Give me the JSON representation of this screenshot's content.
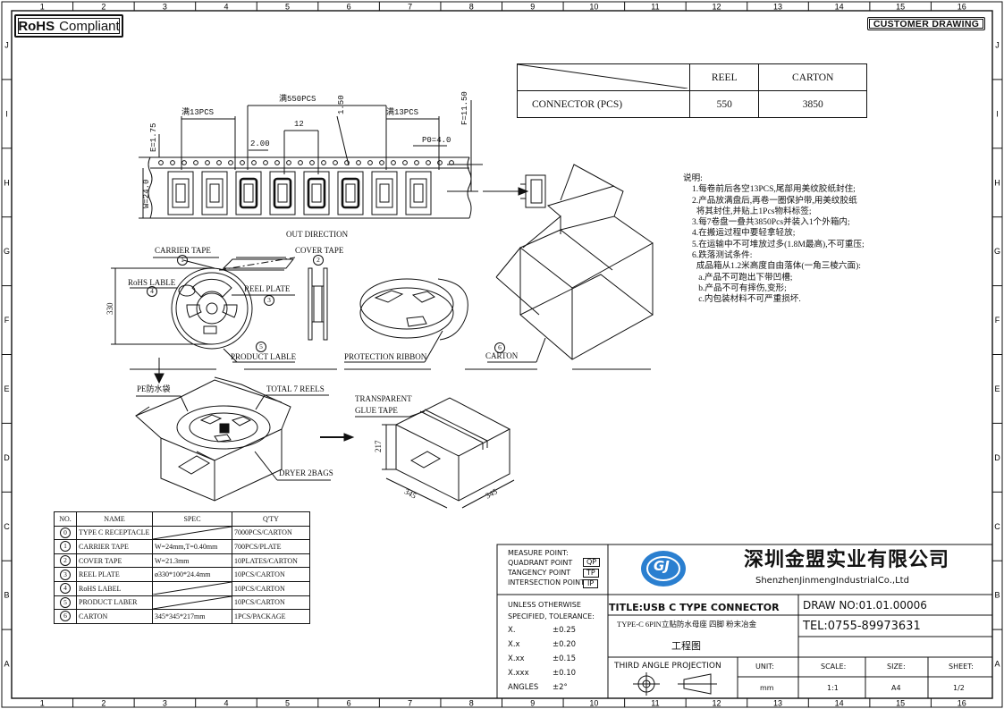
{
  "header": {
    "rohs_bold": "RoHS",
    "rohs_rest": "Compliant",
    "customer_drawing": "CUSTOMER DRAWING"
  },
  "grid": {
    "columns": [
      "1",
      "2",
      "3",
      "4",
      "5",
      "6",
      "7",
      "8",
      "9",
      "10",
      "11",
      "12",
      "13",
      "14",
      "15",
      "16"
    ],
    "rows": [
      "J",
      "I",
      "H",
      "G",
      "F",
      "E",
      "D",
      "C",
      "B",
      "A"
    ]
  },
  "quantity_table": {
    "col_reel": "REEL",
    "col_carton": "CARTON",
    "row_label": "CONNECTOR (PCS)",
    "reel_value": "550",
    "carton_value": "3850"
  },
  "tape_drawing": {
    "dim_empty_left": "满13PCS",
    "dim_total": "满550PCS",
    "dim_empty_right": "满13PCS",
    "dim_pitch_12": "12",
    "dim_150": "1.50",
    "dim_F": "F=11.50",
    "dim_E": "E=1.75",
    "dim_200": "2.00",
    "dim_P0": "P0=4.0",
    "dim_W": "W=24.0",
    "out_direction": "OUT DIRECTION"
  },
  "reel_drawing": {
    "carrier_tape": "CARRIER TAPE",
    "cover_tape": "COVER TAPE",
    "rohs_lable": "RoHS LABLE",
    "reel_plate": "REEL PLATE",
    "product_lable": "PRODUCT LABLE",
    "protection_ribbon": "PROTECTION RIBBON",
    "carton": "CARTON",
    "dim_330": "330",
    "n1": "1",
    "n2": "2",
    "n3": "3",
    "n4": "4",
    "n5": "5",
    "n6": "6"
  },
  "packing_drawing": {
    "pe_bag": "PE防水袋",
    "total_reels": "TOTAL 7 REELS",
    "dryer": "DRYER 2BAGS",
    "transparent": "TRANSPARENT",
    "glue_tape": "GLUE TAPE",
    "dim_217": "217",
    "dim_345a": "345",
    "dim_345b": "345"
  },
  "notes": {
    "title": "说明:",
    "lines": [
      "1.每卷前后各空13PCS,尾部用美纹胶纸封住;",
      "2.产品放满盘后,再卷一圈保护带,用美纹胶纸",
      "  将其封住,并贴上1Pcs物料标签;",
      "3.每7卷盘一叠共3850Pcs并装入1个外箱内;",
      "4.在搬运过程中要轻拿轻放;",
      "5.在运输中不可堆放过多(1.8M最高),不可重压;",
      "6.跌落测试条件:",
      "  成品箱从1.2米高度自由落体(一角三棱六面):",
      "   a.产品不可跑出下带凹槽;",
      "   b.产品不可有摔伤,变形;",
      "   c.内包装材料不可严重损坏."
    ]
  },
  "bom": {
    "headers": [
      "NO.",
      "NAME",
      "SPEC",
      "Q'TY"
    ],
    "rows": [
      {
        "no": "0",
        "name": "TYPE C RECEPTACLE",
        "spec": "",
        "qty": "7000PCS/CARTON"
      },
      {
        "no": "1",
        "name": "CARRIER TAPE",
        "spec": "W=24mm,T=0.40mm",
        "qty": "700PCS/PLATE"
      },
      {
        "no": "2",
        "name": "COVER TAPE",
        "spec": "W=21.3mm",
        "qty": "10PLATES/CARTON"
      },
      {
        "no": "3",
        "name": "REEL PLATE",
        "spec": "ø330*100*24.4mm",
        "qty": "10PCS/CARTON"
      },
      {
        "no": "4",
        "name": "RoHS LABEL",
        "spec": "",
        "qty": "10PCS/CARTON"
      },
      {
        "no": "5",
        "name": "PRODUCT LABER",
        "spec": "",
        "qty": "10PCS/CARTON"
      },
      {
        "no": "6",
        "name": "CARTON",
        "spec": "345*345*217mm",
        "qty": "1PCS/PACKAGE"
      }
    ]
  },
  "title_block": {
    "measure_point": "MEASURE POINT:",
    "quadrant": "QUADRANT POINT",
    "tangency": "TANGENCY POINT",
    "intersection": "INTERSECTION POINT",
    "qp": "QP",
    "tp": "TP",
    "ip": "IP",
    "unless": "UNLESS OTHERWISE",
    "specified": "SPECIFIED, TOLERANCE:",
    "tolerances": [
      {
        "k": "X.",
        "v": "±0.25"
      },
      {
        "k": "X.x",
        "v": "±0.20"
      },
      {
        "k": "X.xx",
        "v": "±0.15"
      },
      {
        "k": "X.xxx",
        "v": "±0.10"
      },
      {
        "k": "ANGLES",
        "v": "±2°"
      }
    ],
    "company_cn": "深圳金盟实业有限公司",
    "company_en": "ShenzhenJinmengIndustrialCo.,Ltd",
    "logo_text": "GJ",
    "title": "TITLE:USB C TYPE CONNECTOR",
    "subtitle": "TYPE-C 6PIN立贴防水母座 四脚 粉末冶金",
    "drawing_type": "工程图",
    "draw_no": "DRAW NO:01.01.00006",
    "tel": "TEL:0755-89973631",
    "third_angle": "THIRD ANGLE PROJECTION",
    "unit_label": "UNIT:",
    "unit_value": "mm",
    "scale_label": "SCALE:",
    "scale_value": "1:1",
    "size_label": "SIZE:",
    "size_value": "A4",
    "sheet_label": "SHEET:",
    "sheet_value": "1/2"
  }
}
